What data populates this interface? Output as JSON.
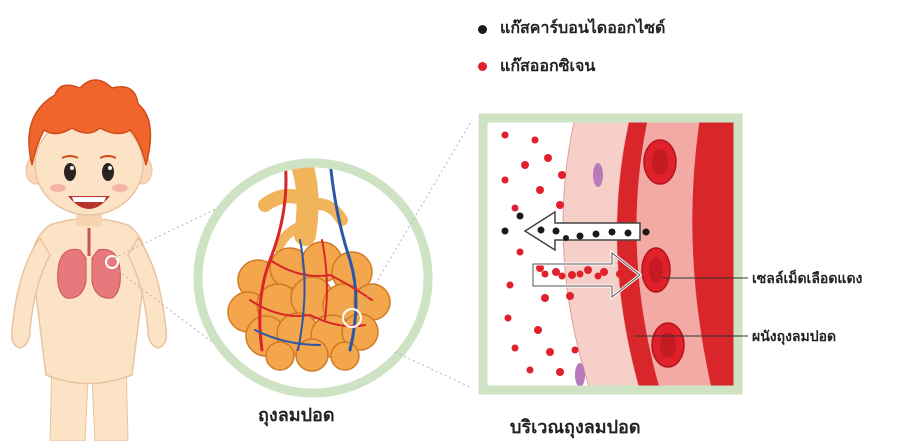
{
  "legend": {
    "items": [
      {
        "label": "แก๊สคาร์บอนไดออกไซด์",
        "color": "#1a1a1a"
      },
      {
        "label": "แก๊สออกซิเจน",
        "color": "#e0202a"
      }
    ]
  },
  "captions": {
    "alveoli": "ถุงลมปอด",
    "alveolar_region": "บริเวณถุงลมปอด"
  },
  "callouts": {
    "red_blood_cell": "เซลล์เม็ดเลือดแดง",
    "alveolar_wall": "ผนังถุงลมปอด"
  },
  "colors": {
    "frame_green": "#cde3c4",
    "oxygen_red": "#e0202a",
    "co2_black": "#1a1a1a",
    "vessel_red": "#d9262b",
    "vessel_light": "#f3a9a4",
    "wall_pink": "#f6cfc9",
    "skin": "#fde3c6",
    "hair": "#f0652b",
    "lung": "#e7787b"
  }
}
